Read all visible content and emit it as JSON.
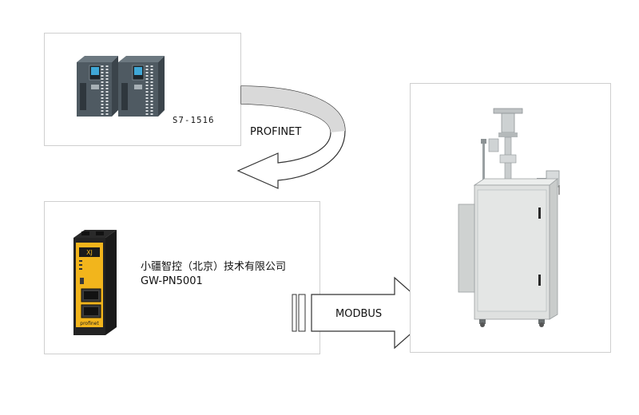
{
  "plc": {
    "model": "S7-1516",
    "device_count": 2
  },
  "protocol_top": {
    "label": "PROFINET"
  },
  "gateway": {
    "company": "小疆智控（北京）技术有限公司",
    "model": "GW-PN5001",
    "brand_mark": "XJ",
    "front_logo": "profinet"
  },
  "protocol_bottom": {
    "label": "MODBUS"
  },
  "station": {},
  "colors": {
    "gateway_accent": "#f2b51c",
    "plc_body": "#4f5a62",
    "arrow_fill": "#dcdcdc",
    "cabinet": "#dfe1e0"
  }
}
